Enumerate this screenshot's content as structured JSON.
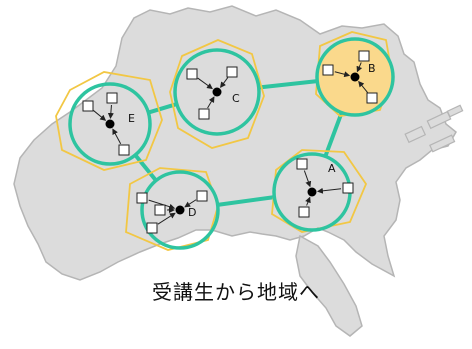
{
  "colors": {
    "land_fill": "#dcdcdc",
    "land_stroke": "#b5b5b5",
    "hexagon_stroke": "#f2c744",
    "circle_stroke": "#2ec4a0",
    "highlight_fill": "#fad98c",
    "dot": "#000000",
    "square_stroke": "#222222"
  },
  "nodes": [
    {
      "id": "A",
      "label": "A",
      "highlighted": false
    },
    {
      "id": "B",
      "label": "B",
      "highlighted": true
    },
    {
      "id": "C",
      "label": "C",
      "highlighted": false
    },
    {
      "id": "D",
      "label": "D",
      "highlighted": false
    },
    {
      "id": "E",
      "label": "E",
      "highlighted": false
    }
  ],
  "connections": [
    [
      "E",
      "C"
    ],
    [
      "C",
      "B"
    ],
    [
      "B",
      "A"
    ],
    [
      "A",
      "D"
    ],
    [
      "D",
      "E"
    ]
  ],
  "caption": "受講生から地域へ"
}
